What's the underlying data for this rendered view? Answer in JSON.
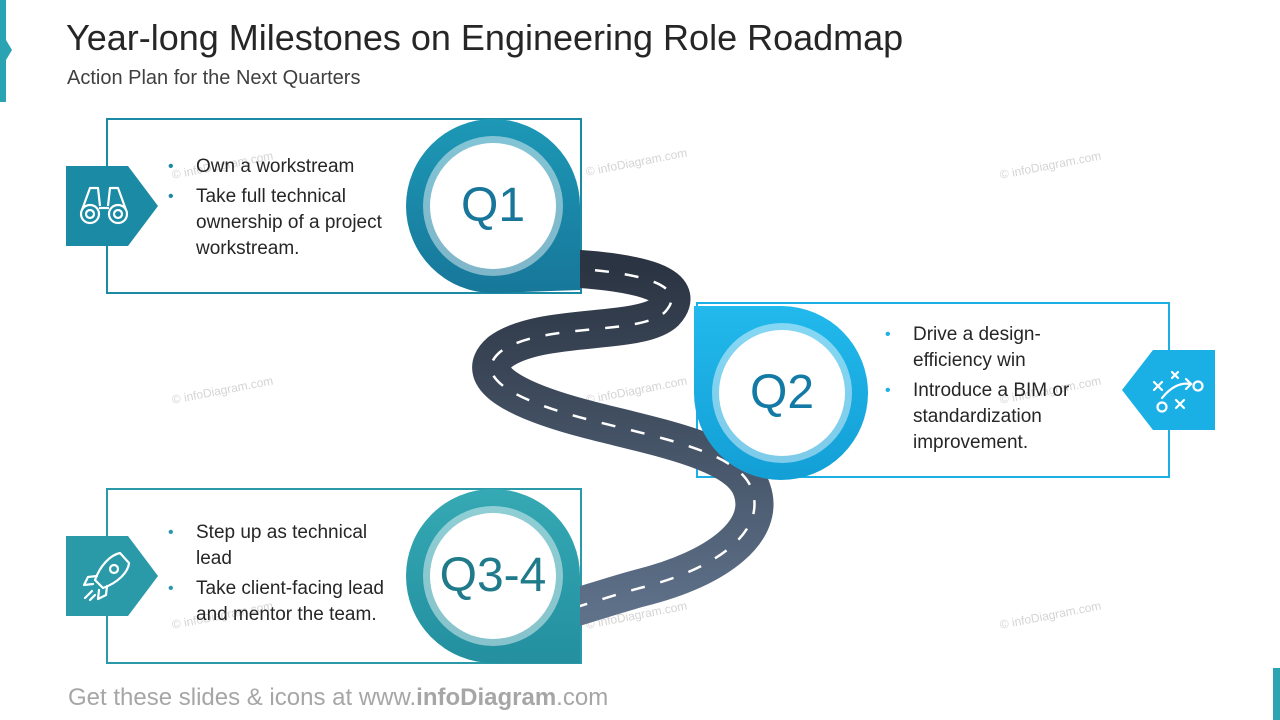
{
  "header": {
    "title": "Year-long Milestones on Engineering Role Roadmap",
    "subtitle": "Action Plan for the Next Quarters"
  },
  "milestones": [
    {
      "label": "Q1",
      "icon": "binoculars-icon",
      "color": "#1a8aa5",
      "bullets": [
        "Own a workstream",
        "Take full technical ownership of a project workstream."
      ]
    },
    {
      "label": "Q2",
      "icon": "strategy-play-icon",
      "color": "#1ab0e6",
      "bullets": [
        "Drive a design-efficiency win",
        "Introduce a BIM or standardization improvement."
      ]
    },
    {
      "label": "Q3-4",
      "icon": "rocket-icon",
      "color": "#2a9aa8",
      "bullets": [
        "Step up as technical lead",
        "Take client-facing lead and mentor the team."
      ]
    }
  ],
  "footer": {
    "prefix": "Get these slides & icons at www.",
    "brand": "infoDiagram",
    "suffix": ".com"
  },
  "watermark": "© infoDiagram.com",
  "colors": {
    "road_dark": "#2e3a48",
    "road_light": "#5b6e85",
    "teal_dark": "#1a8aa5",
    "cyan": "#1ab0e6",
    "teal": "#2a9aa8"
  }
}
